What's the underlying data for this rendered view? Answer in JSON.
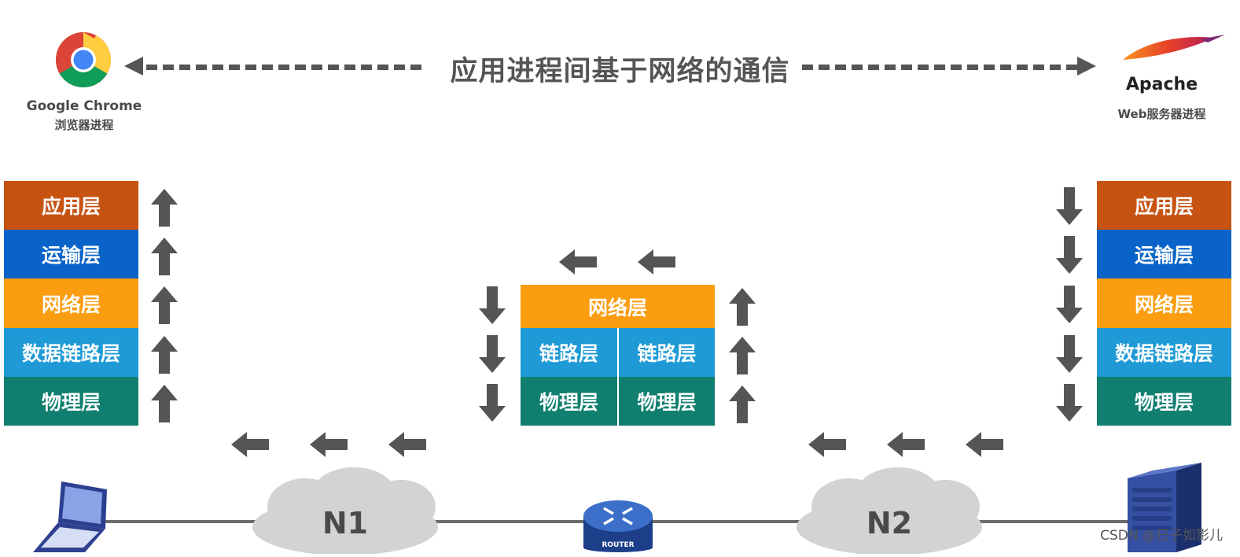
{
  "title": "应用进程间基于网络的通信",
  "client": {
    "name": "Google Chrome",
    "sub": "浏览器进程"
  },
  "server": {
    "name": "Apache",
    "sub": "Web服务器进程"
  },
  "left_stack": [
    "应用层",
    "运输层",
    "网络层",
    "数据链路层",
    "物理层"
  ],
  "right_stack": [
    "应用层",
    "运输层",
    "网络层",
    "数据链路层",
    "物理层"
  ],
  "router_stack": {
    "network": "网络层",
    "link": [
      "链路层",
      "链路层"
    ],
    "physical": [
      "物理层",
      "物理层"
    ]
  },
  "networks": [
    "N1",
    "N2"
  ],
  "router_label": "ROUTER",
  "watermark": "CSDN @日子如影儿",
  "colors": {
    "application": "#c65312",
    "transport": "#0a63c9",
    "network": "#fa9d10",
    "datalink": "#1f9ad6",
    "physical": "#107f70",
    "arrow": "#555555"
  }
}
